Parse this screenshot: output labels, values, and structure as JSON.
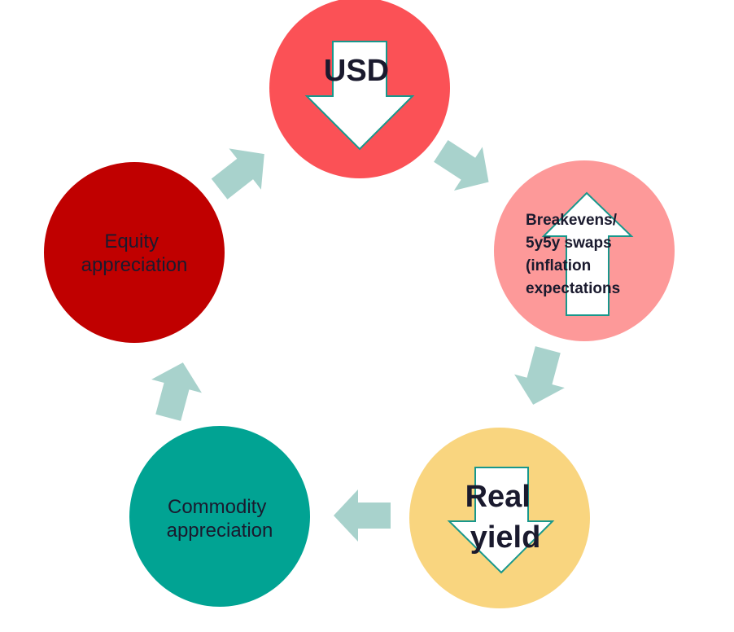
{
  "nodes": {
    "usd": {
      "label": "USD",
      "color": "#fb5156",
      "arrow": "down"
    },
    "breakevens": {
      "lines": [
        "Breakevens/",
        "5y5y swaps",
        "(inflation",
        "expectations"
      ],
      "color": "#fd9999",
      "arrow": "up"
    },
    "real_yield": {
      "lines": [
        "Real",
        "yield"
      ],
      "color": "#f9d57f",
      "arrow": "down"
    },
    "commodity": {
      "lines": [
        "Commodity",
        "appreciation"
      ],
      "color": "#01a393"
    },
    "equity": {
      "lines": [
        "Equity",
        "appreciation"
      ],
      "color": "#c00000"
    }
  },
  "colors": {
    "cycle_arrow": "#a8d2cc",
    "indicator_arrow_fill": "#ffffff",
    "indicator_arrow_stroke": "#18978c",
    "text_dark": "#1a1a2e"
  },
  "cycle_order": [
    "usd",
    "breakevens",
    "real_yield",
    "commodity",
    "equity"
  ]
}
